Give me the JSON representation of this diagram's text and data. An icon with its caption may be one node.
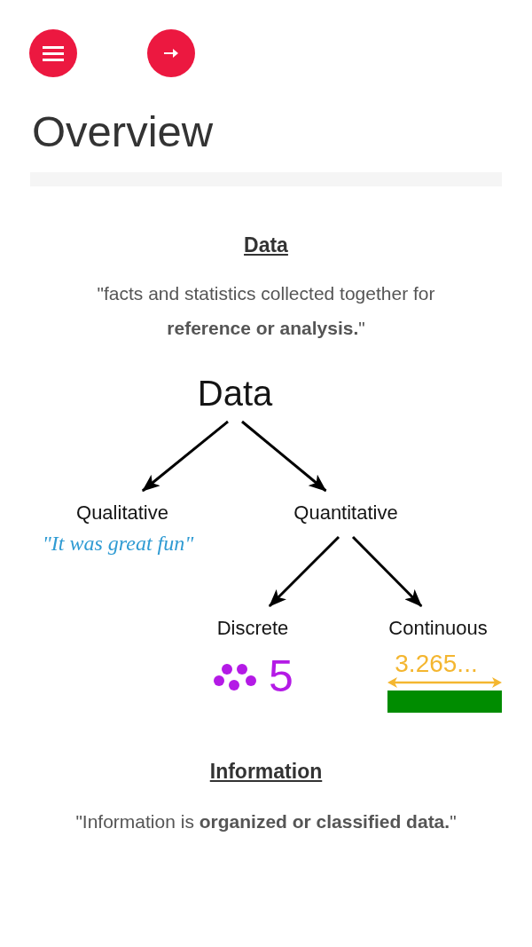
{
  "diagram": {
    "title": "Overview",
    "nodes": [
      {
        "text": [],
        "shape": "bar"
      },
      {
        "text": [
          "Data"
        ]
      },
      {
        "text": [
          "Qualitative"
        ],
        "beside": [
          "\"It was great fun\""
        ]
      },
      {
        "text": [
          "Quantitative"
        ]
      },
      {
        "text": [
          "Discrete"
        ],
        "beside": [
          "5"
        ]
      },
      {
        "text": [
          "Continuous"
        ],
        "beside": [
          "3.265..."
        ]
      }
    ],
    "edges": [
      {
        "from": 1,
        "to": 2,
        "arrow": "to"
      },
      {
        "from": 1,
        "to": 3,
        "arrow": "to"
      },
      {
        "from": 3,
        "to": 4,
        "arrow": "to"
      },
      {
        "from": 3,
        "to": 5,
        "arrow": "to"
      }
    ],
    "labels": [
      "Data",
      "\"facts and statistics collected together for **reference or analysis.**\"",
      "Information",
      "\"Information is **organized or classified data.**\""
    ]
  }
}
